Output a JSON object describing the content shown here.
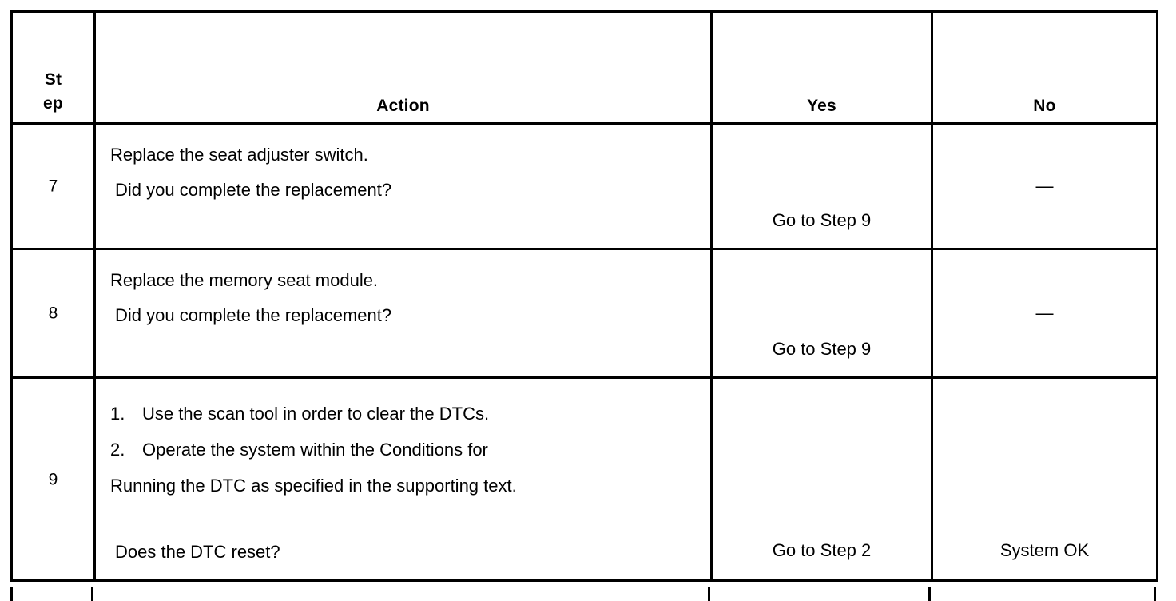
{
  "table": {
    "headers": [
      {
        "id": "step",
        "label": "Step",
        "lines": [
          "St",
          "ep"
        ]
      },
      {
        "id": "action",
        "label": "Action"
      },
      {
        "id": "yes",
        "label": "Yes"
      },
      {
        "id": "no",
        "label": "No"
      }
    ],
    "rows": [
      {
        "step": "7",
        "action": {
          "type": "lines",
          "lines": [
            "Replace the seat adjuster switch.",
            "Did you complete the replacement?"
          ]
        },
        "yes": "Go to Step 9",
        "no": "—"
      },
      {
        "step": "8",
        "action": {
          "type": "lines",
          "lines": [
            "Replace the memory seat module.",
            "Did you complete the replacement?"
          ]
        },
        "yes": "Go to Step 9",
        "no": "—"
      },
      {
        "step": "9",
        "action": {
          "type": "procedure",
          "items": [
            {
              "num": "1.",
              "text": "Use the scan tool in order to clear the DTCs."
            },
            {
              "num": "2.",
              "text": "Operate the system within the Conditions for"
            }
          ],
          "continuation": "Running the DTC as specified in the supporting text.",
          "question": "Does the DTC reset?"
        },
        "yes": "Go to Step 2",
        "no": "System OK"
      }
    ]
  },
  "colors": {
    "page_background": "#ffffff",
    "rule": "#000000",
    "text": "#000000"
  }
}
